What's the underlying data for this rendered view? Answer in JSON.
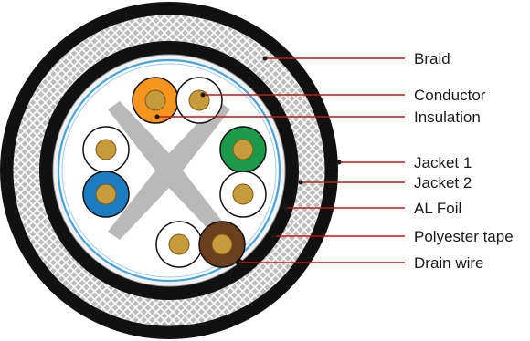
{
  "labels": {
    "braid": "Braid",
    "conductor": "Conductor",
    "insulation": "Insulation",
    "jacket1": "Jacket 1",
    "jacket2": "Jacket 2",
    "al_foil": "AL Foil",
    "polyester_tape": "Polyester tape",
    "drain_wire": "Drain wire"
  },
  "colors": {
    "jacket": "#111111",
    "braid_band": "#b8b8b8",
    "braid_line": "#ffffff",
    "foil": "#e6e6e6",
    "tape": "#4aa3d8",
    "separator": "#b7b7b7",
    "conductor": "#c79a3a",
    "leader": "#c4161c",
    "pair_colors": [
      "orange",
      "green",
      "blue",
      "brown"
    ]
  }
}
